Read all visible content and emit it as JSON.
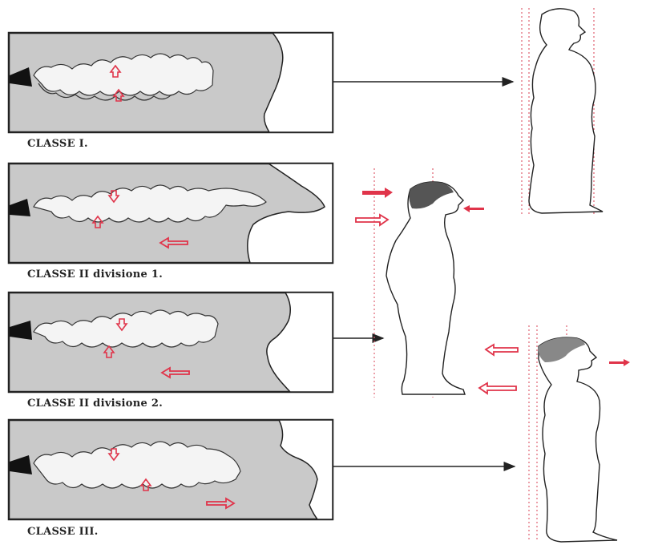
{
  "classes": [
    {
      "caption": "CLASSE I."
    },
    {
      "caption": "CLASSE II divisione 1."
    },
    {
      "caption": "CLASSE II divisione 2."
    },
    {
      "caption": "CLASSE III."
    }
  ],
  "colors": {
    "accent_arrow": "#e0344a",
    "dotted_line": "#e06070",
    "panel_fill": "#c9c9c9",
    "outline": "#222222",
    "head_shade": "#555555"
  }
}
